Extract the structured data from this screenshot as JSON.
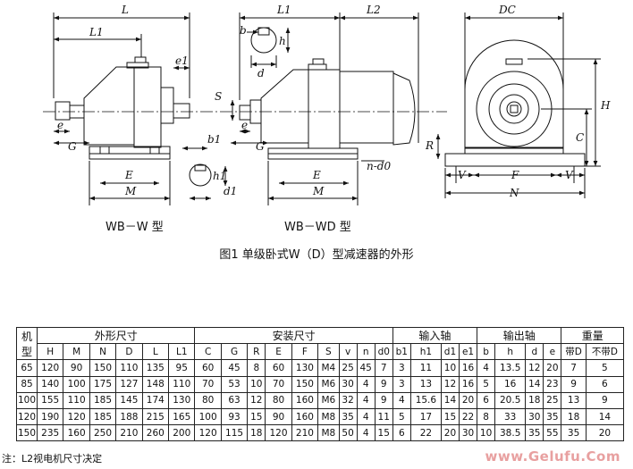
{
  "figure": {
    "caption": "图1 单级卧式W（D）型减速器的外形",
    "label_w": "WB－W 型",
    "label_wd": "WB－WD 型"
  },
  "dims": {
    "L": "L",
    "L1": "L1",
    "L2": "L2",
    "e1": "e1",
    "e": "e",
    "G": "G",
    "E": "E",
    "M": "M",
    "S": "S",
    "b": "b",
    "h": "h",
    "d": "d",
    "b1": "b1",
    "h1": "h1",
    "d1": "d1",
    "R": "R",
    "nd0": "n-d0",
    "DC": "DC",
    "H": "H",
    "C": "C",
    "V": "V",
    "F": "F",
    "N": "N"
  },
  "table": {
    "group_headers": [
      "机型",
      "外形尺寸",
      "安装尺寸",
      "输入轴",
      "输出轴",
      "重量"
    ],
    "columns": [
      "H",
      "M",
      "N",
      "D",
      "L",
      "L1",
      "C",
      "G",
      "R",
      "E",
      "F",
      "S",
      "v",
      "n",
      "d0",
      "b1",
      "h1",
      "d1",
      "e1",
      "b",
      "h",
      "d",
      "e",
      "带D",
      "不带D"
    ],
    "rows": [
      [
        "65",
        "120",
        "90",
        "150",
        "110",
        "135",
        "95",
        "60",
        "45",
        "8",
        "60",
        "130",
        "M4",
        "25",
        "45",
        "7",
        "3",
        "11",
        "10",
        "16",
        "4",
        "13.5",
        "12",
        "20",
        "7",
        "5"
      ],
      [
        "85",
        "140",
        "100",
        "175",
        "127",
        "148",
        "110",
        "70",
        "53",
        "10",
        "70",
        "150",
        "M6",
        "30",
        "4",
        "9",
        "3",
        "13",
        "12",
        "16",
        "5",
        "16",
        "14",
        "23",
        "9",
        "6"
      ],
      [
        "100",
        "155",
        "110",
        "185",
        "145",
        "174",
        "130",
        "80",
        "63",
        "12",
        "80",
        "160",
        "M6",
        "32",
        "4",
        "9",
        "4",
        "15.6",
        "14",
        "20",
        "6",
        "20.5",
        "18",
        "25",
        "13",
        "9"
      ],
      [
        "120",
        "190",
        "120",
        "185",
        "188",
        "215",
        "165",
        "100",
        "93",
        "15",
        "90",
        "160",
        "M8",
        "35",
        "4",
        "11",
        "5",
        "17",
        "15",
        "22",
        "8",
        "33",
        "30",
        "35",
        "18",
        "14"
      ],
      [
        "150",
        "235",
        "160",
        "250",
        "210",
        "260",
        "200",
        "120",
        "115",
        "18",
        "120",
        "210",
        "M8",
        "50",
        "4",
        "15",
        "6",
        "22",
        "20",
        "30",
        "10",
        "38.5",
        "35",
        "55",
        "35",
        "20"
      ]
    ]
  },
  "note": "注：L2视电机尺寸决定",
  "watermark": "www.Gelufu.Com"
}
